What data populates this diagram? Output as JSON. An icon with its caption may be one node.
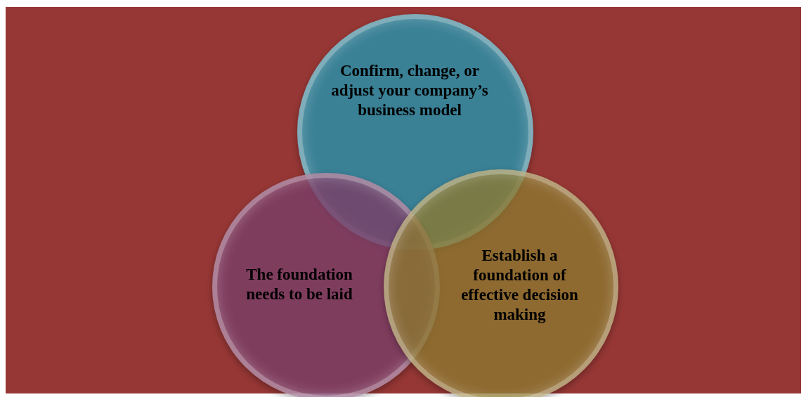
{
  "diagram": {
    "nodes": [
      {
        "text": [
          "Confirm, change, or adjust your company’s business model"
        ]
      },
      {
        "text": [
          "The foundation needs to be laid"
        ]
      },
      {
        "text": [
          "Establish a foundation of effective decision making"
        ]
      }
    ]
  }
}
